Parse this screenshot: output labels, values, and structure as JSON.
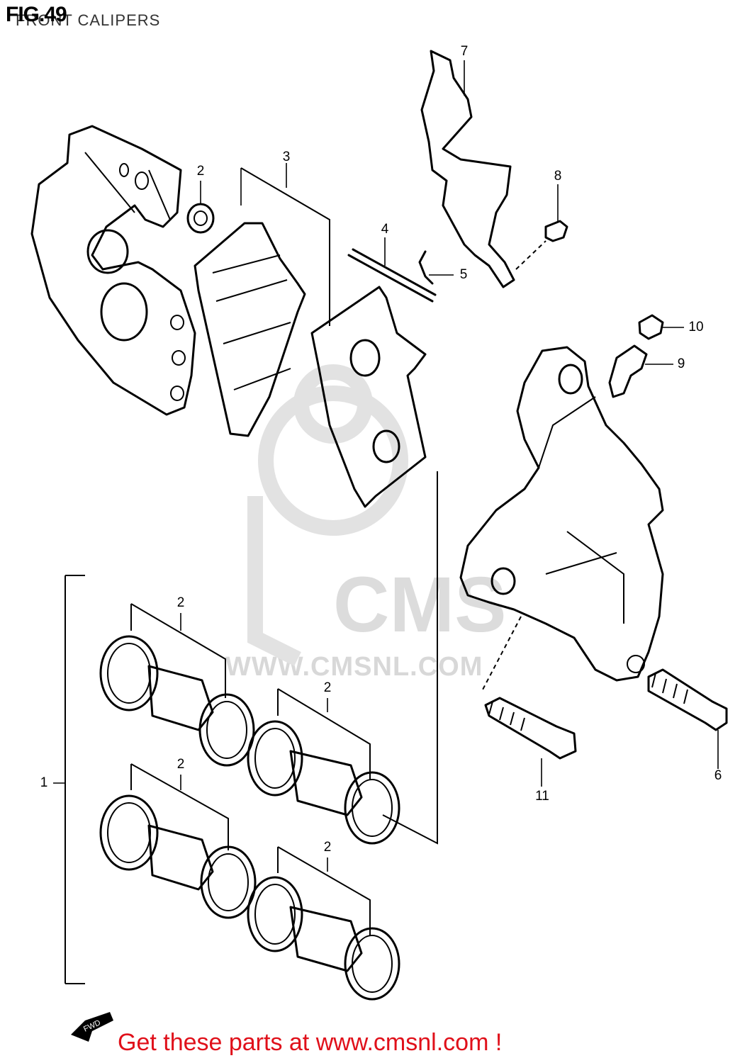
{
  "header": {
    "figure_number": "FIG.49",
    "title": "FRONT CALIPERS"
  },
  "callouts": [
    {
      "id": "c1",
      "text": "1"
    },
    {
      "id": "c2a",
      "text": "2"
    },
    {
      "id": "c2b",
      "text": "2"
    },
    {
      "id": "c2c",
      "text": "2"
    },
    {
      "id": "c2d",
      "text": "2"
    },
    {
      "id": "c2e",
      "text": "2"
    },
    {
      "id": "c3",
      "text": "3"
    },
    {
      "id": "c4",
      "text": "4"
    },
    {
      "id": "c5",
      "text": "5"
    },
    {
      "id": "c6",
      "text": "6"
    },
    {
      "id": "c7",
      "text": "7"
    },
    {
      "id": "c8",
      "text": "8"
    },
    {
      "id": "c9",
      "text": "9"
    },
    {
      "id": "c10",
      "text": "10"
    },
    {
      "id": "c11",
      "text": "11"
    }
  ],
  "watermark": {
    "logo_text": "CMS",
    "url": "WWW.CMSNL.COM"
  },
  "fwd_label": "FWD",
  "footer": {
    "promo": "Get these parts at www.cmsnl.com !"
  },
  "colors": {
    "promo": "#e0101a",
    "lines": "#000000",
    "watermark": "#d8d8d8"
  }
}
